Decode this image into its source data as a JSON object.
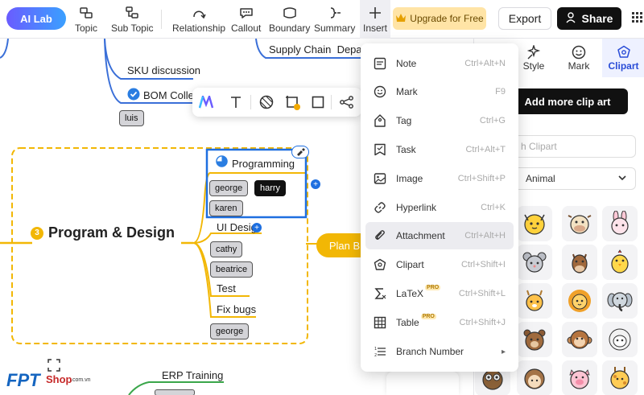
{
  "toolbar": {
    "ai_lab": "AI Lab",
    "topic": "Topic",
    "subtopic": "Sub Topic",
    "relationship": "Relationship",
    "callout": "Callout",
    "boundary": "Boundary",
    "summary": "Summary",
    "insert": "Insert",
    "upgrade": "Upgrade for Free",
    "export": "Export",
    "share": "Share"
  },
  "canvas": {
    "sku": "SKU discussion",
    "supply_chain": "Supply Chain",
    "supply_chain_cut": "Depar",
    "bom": "BOM Collec",
    "luis": "luis",
    "badge_num": "3",
    "main_topic": "Program & Design",
    "programming": "Programming",
    "george": "george",
    "harry": "harry",
    "karen": "karen",
    "ui_design": "UI Desig",
    "cathy": "cathy",
    "beatrice": "beatrice",
    "test": "Test",
    "fix_bugs": "Fix bugs",
    "george2": "george",
    "plan_b": "Plan B",
    "erp": "ERP Training"
  },
  "menu": {
    "items": [
      {
        "label": "Note",
        "shortcut": "Ctrl+Alt+N",
        "pro": ""
      },
      {
        "label": "Mark",
        "shortcut": "F9",
        "pro": ""
      },
      {
        "label": "Tag",
        "shortcut": "Ctrl+G",
        "pro": ""
      },
      {
        "label": "Task",
        "shortcut": "Ctrl+Alt+T",
        "pro": ""
      },
      {
        "label": "Image",
        "shortcut": "Ctrl+Shift+P",
        "pro": ""
      },
      {
        "label": "Hyperlink",
        "shortcut": "Ctrl+K",
        "pro": ""
      },
      {
        "label": "Attachment",
        "shortcut": "Ctrl+Alt+H",
        "pro": ""
      },
      {
        "label": "Clipart",
        "shortcut": "Ctrl+Shift+I",
        "pro": ""
      },
      {
        "label": "LaTeX",
        "shortcut": "Ctrl+Shift+L",
        "pro": "PRO"
      },
      {
        "label": "Table",
        "shortcut": "Ctrl+Shift+J",
        "pro": "PRO"
      },
      {
        "label": "Branch Number",
        "shortcut": "",
        "pro": ""
      }
    ]
  },
  "panel": {
    "style": "Style",
    "mark": "Mark",
    "clipart": "Clipart",
    "add_clipart": "Add more clip art",
    "search_placeholder": "h Clipart",
    "category": "Animal"
  },
  "watermark": {
    "brand": "FPT",
    "shop": "Shop",
    "domain": ".com.vn"
  },
  "colors": {
    "accent": "#2a4dd7",
    "branch_yellow": "#f2b705",
    "branch_blue": "#3a6fd8",
    "branch_green": "#3aa64a",
    "selection": "#1e6fe0"
  }
}
